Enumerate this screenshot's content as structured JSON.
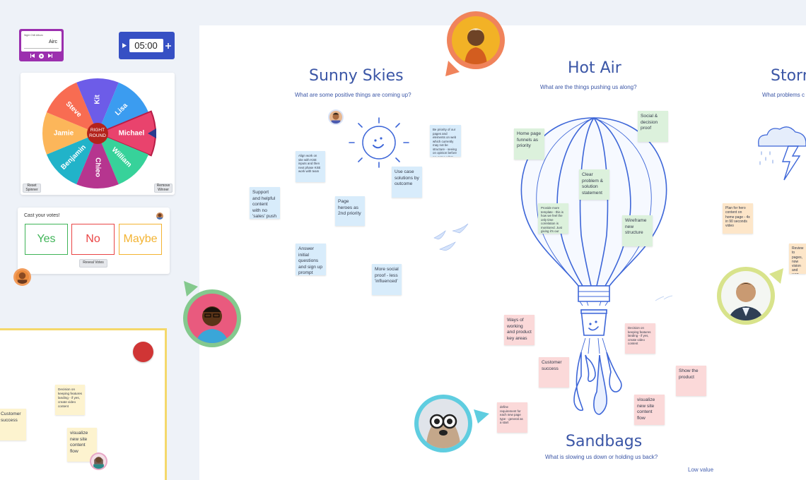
{
  "music_player": {
    "title": "Night Chill Album",
    "track": "Airc",
    "controls": [
      "prev-icon",
      "play-icon",
      "next-icon"
    ]
  },
  "timer": {
    "time": "05:00",
    "play_icon": "play-icon",
    "add_icon": "plus-icon"
  },
  "spinner": {
    "center_label": "RIGHT ROUND",
    "slices": [
      "Kit",
      "Lisa",
      "Michael",
      "William",
      "Chieo",
      "Benjamin",
      "Jamie",
      "Steve"
    ],
    "colors": [
      "#6d5ce8",
      "#3b9cf0",
      "#e9436d",
      "#37d29a",
      "#b6358f",
      "#21b3c9",
      "#fcb65a",
      "#f86c52"
    ],
    "reset_label": "Reset Spinner",
    "remove_label": "Remove Winner"
  },
  "vote": {
    "title": "Cast your votes!",
    "options": [
      {
        "label": "Yes",
        "color": "#3fb457"
      },
      {
        "label": "No",
        "color": "#ea4545"
      },
      {
        "label": "Maybe",
        "color": "#f3b331"
      }
    ],
    "reveal_label": "Reveal Votes"
  },
  "sections": {
    "sunny": {
      "title": "Sunny Skies",
      "subtitle": "What are some positive things are coming up?"
    },
    "hot_air": {
      "title": "Hot Air",
      "subtitle": "What are the things pushing us along?"
    },
    "storm": {
      "title": "Storm",
      "subtitle": "What problems c"
    },
    "sandbags": {
      "title": "Sandbags",
      "subtitle": "What is slowing us down or holding us back?"
    },
    "low_value": "Low value"
  },
  "stickies": {
    "sunny_1": "Align work on site with KSE inputs and then next phase KSE work with team",
    "sunny_2": "Support and helpful content with no 'sales' push",
    "sunny_3": "Page heroes as 2nd priority",
    "sunny_4": "Answer initial questions and sign up prompt",
    "sunny_5": "More social proof - less 'influenced'",
    "sunny_6": "Use case solutions by outcome",
    "sunny_7": "Be priority of our pages and elements on web which currently may not be structure - seeing on opinion before we agree what are doing, as just enough to learn",
    "hot_1": "Home page funnels as priority",
    "hot_2": "Social & decision proof",
    "hot_3": "Clear problem & solution statement",
    "hot_4": "Wireframe new structure",
    "hot_5": "Provide more template - this is how we feel the only time correlation is monitored. Just giving it's our space on this stage",
    "sand_1": "Ways of working and product key areas",
    "sand_2": "Customer success",
    "sand_3": "Decision on keeping features landing - if yes, create video content",
    "sand_4": "Show the product",
    "sand_5": "visualize new site content flow",
    "sand_6": "define requirement for each new page type - general as a start",
    "storm_1": "Plan for hero content on home page - 4x in 90 seconds video",
    "storm_2": "Review to pages, now vision and KSE def properly",
    "left_1": "Decision on keeping features landing - if yes, create video content",
    "left_2": "Customer success",
    "left_3": "visualize new site content flow"
  }
}
